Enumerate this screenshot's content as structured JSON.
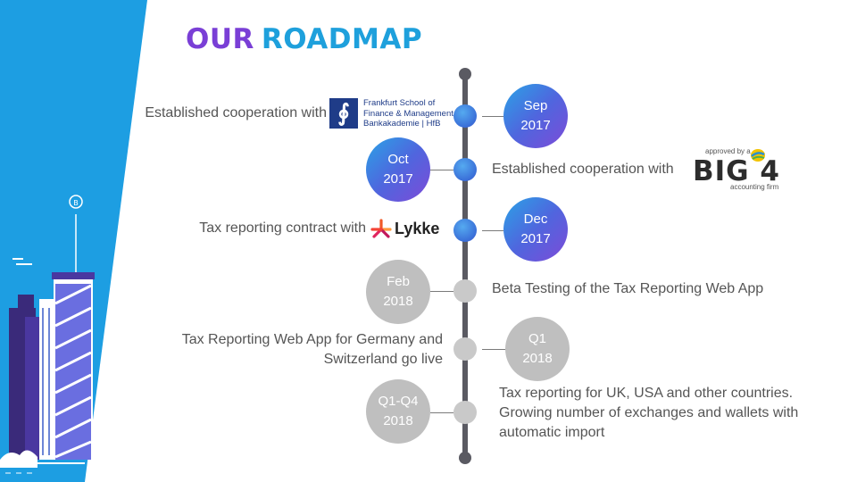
{
  "title": {
    "part1": "OUR",
    "part2": "ROADMAP"
  },
  "colors": {
    "accent_purple": "#7a3fd6",
    "accent_blue": "#1ea0dc",
    "sidebar_blue": "#1d9ee2",
    "inactive_gray": "#bfbfbf",
    "line_gray": "#5a5a62"
  },
  "milestones": [
    {
      "date_line1": "Sep",
      "date_line2": "2017",
      "event": "Established cooperation with",
      "logo": "Frankfurt School of Finance & Management logo",
      "status": "active"
    },
    {
      "date_line1": "Oct",
      "date_line2": "2017",
      "event": "Established cooperation with",
      "logo": "Big 4 accounting firm logo",
      "status": "active"
    },
    {
      "date_line1": "Dec",
      "date_line2": "2017",
      "event": "Tax reporting contract with",
      "logo": "Lykke logo",
      "status": "active"
    },
    {
      "date_line1": "Feb",
      "date_line2": "2018",
      "event": "Beta Testing of the Tax Reporting Web App",
      "status": "upcoming"
    },
    {
      "date_line1": "Q1",
      "date_line2": "2018",
      "event_line1": "Tax Reporting Web App for Germany and",
      "event_line2": "Switzerland go live",
      "status": "upcoming"
    },
    {
      "date_line1": "Q1-Q4",
      "date_line2": "2018",
      "event_line1": "Tax reporting for UK, USA and other countries.",
      "event_line2": "Growing number of exchanges and wallets with",
      "event_line3": "automatic import",
      "status": "upcoming"
    }
  ],
  "logos": {
    "frankfurt": {
      "line1": "Frankfurt School of",
      "line2": "Finance & Management",
      "line3": "Bankakademie | HfB",
      "mark": "∮"
    },
    "big4": {
      "top": "approved by a",
      "main": "BIG 4",
      "bottom": "accounting firm"
    },
    "lykke": {
      "name": "Lykke"
    }
  }
}
